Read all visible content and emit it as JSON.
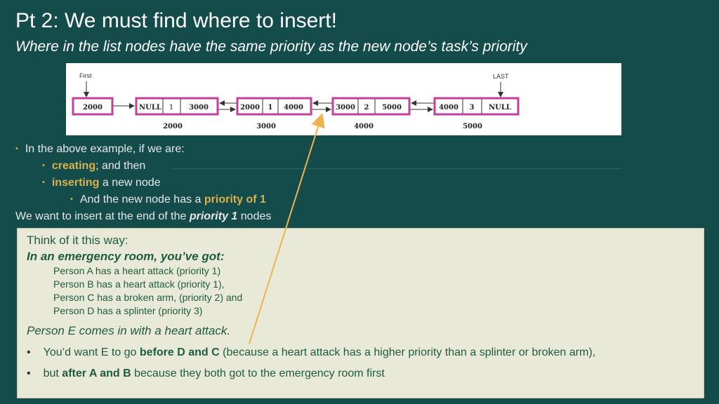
{
  "slide": {
    "title": "Pt 2: We must find where to insert!",
    "subtitle": "Where in the list nodes have the same priority as the new node’s task’s priority"
  },
  "diagram": {
    "first_label": "First",
    "last_label": "LAST",
    "head_value": "2000",
    "nodes": [
      {
        "prev": "NULL",
        "priority": "1",
        "next": "3000",
        "address": "2000"
      },
      {
        "prev": "2000",
        "priority": "1",
        "next": "4000",
        "address": "3000"
      },
      {
        "prev": "3000",
        "priority": "2",
        "next": "5000",
        "address": "4000"
      },
      {
        "prev": "4000",
        "priority": "3",
        "next": "NULL",
        "address": "5000"
      }
    ],
    "colors": {
      "node_border": "#c2409a",
      "arrow": "#f0b250"
    }
  },
  "bullets": {
    "b1": "In the above example, if we are:",
    "b2_bold": "creating",
    "b2_rest": "; and then",
    "b3_bold": "inserting",
    "b3_rest": " a new node",
    "b4_pre": "And the new node has a ",
    "b4_bold": "priority of 1",
    "line5_pre": "We want to insert at the end of the ",
    "line5_bold": "priority 1",
    "line5_post": " nodes"
  },
  "box": {
    "l1": "Think of it this way:",
    "l2": "In an emergency room, you’ve got:",
    "p1": "Person A has a heart attack (priority 1)",
    "p2": "Person B has a heart attack (priority 1),",
    "p3": "Person C has a broken arm, (priority 2) and",
    "p4": "Person D has a splinter (priority 3)",
    "l3": "Person E comes in with a heart attack.",
    "b1_pre": "You’d want E to go ",
    "b1_bold": "before D and C",
    "b1_post": " (because a heart attack has a higher priority than a splinter or broken arm),",
    "b2_pre": "but ",
    "b2_bold": "after A and B",
    "b2_post": " because they both got to the emergency room first"
  }
}
